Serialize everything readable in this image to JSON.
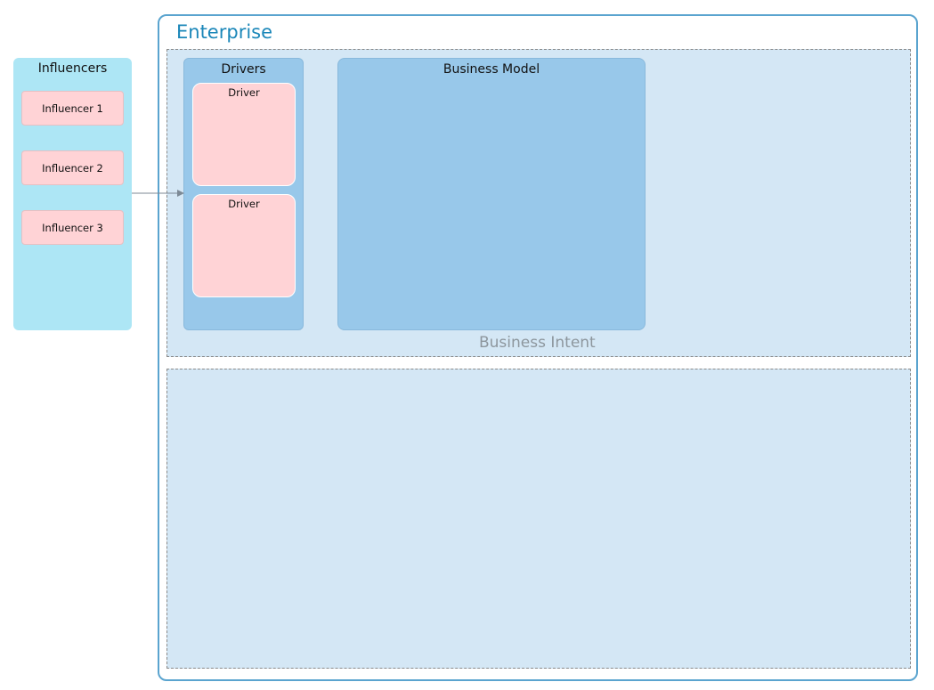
{
  "influencers": {
    "title": "Influencers",
    "items": [
      "Influencer 1",
      "Influencer 2",
      "Influencer 3"
    ]
  },
  "enterprise": {
    "title": "Enterprise"
  },
  "drivers": {
    "title": "Drivers",
    "items": [
      "Driver",
      "Driver"
    ]
  },
  "business_model": {
    "title": "Business Model"
  },
  "business_intent": {
    "label": "Business Intent"
  }
}
